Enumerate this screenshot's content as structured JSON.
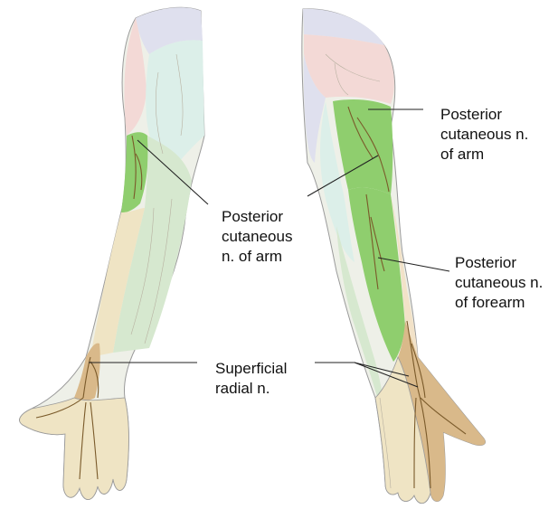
{
  "labels": {
    "left_posterior_cutaneous_arm": [
      "Posterior",
      "cutaneous",
      "n. of arm"
    ],
    "left_superficial_radial": [
      "Superficial",
      "radial n."
    ],
    "right_posterior_cutaneous_arm": [
      "Posterior",
      "cutaneous n.",
      "of arm"
    ],
    "right_posterior_cutaneous_forearm": [
      "Posterior",
      "cutaneous n.",
      "of forearm"
    ]
  },
  "colors": {
    "skin_pale": "#eef0e8",
    "skin_beige": "#efe4c4",
    "region_green": "#8fce6e",
    "region_green_light": "#c9e6b8",
    "region_tan": "#d9b98a",
    "region_pink": "#f3d9d6",
    "region_lavender": "#dfe0ee",
    "region_mint": "#dcefe9",
    "nerve_brown": "#7a5a2a",
    "leader_line": "#222222",
    "outline": "#9a9a9a"
  }
}
